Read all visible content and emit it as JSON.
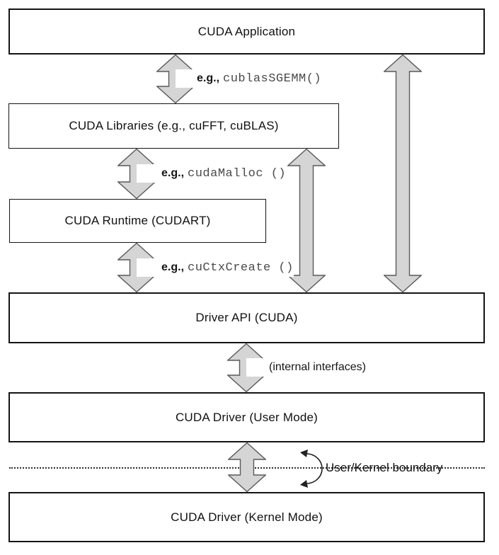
{
  "diagram": {
    "boxes": [
      {
        "id": "app",
        "label": "CUDA Application"
      },
      {
        "id": "libraries",
        "label": "CUDA Libraries (e.g., cuFFT, cuBLAS)"
      },
      {
        "id": "runtime",
        "label": "CUDA Runtime (CUDART)"
      },
      {
        "id": "driver_api",
        "label": "Driver API (CUDA)"
      },
      {
        "id": "driver_user",
        "label": "CUDA Driver (User Mode)"
      },
      {
        "id": "driver_kernel",
        "label": "CUDA Driver (Kernel Mode)"
      }
    ],
    "edge_labels": [
      {
        "prefix": "e.g.,",
        "code": "cublasSGEMM()"
      },
      {
        "prefix": "e.g.,",
        "code": "cudaMalloc ()"
      },
      {
        "prefix": "e.g.,",
        "code": "cuCtxCreate ()"
      },
      {
        "text": "(internal interfaces)"
      }
    ],
    "boundary": {
      "label": "User/Kernel boundary"
    },
    "colors": {
      "arrow_fill": "#d5d5d5",
      "arrow_stroke": "#595959",
      "box_border": "#141414",
      "text": "#111111",
      "code_text": "#4a4a4a"
    }
  }
}
